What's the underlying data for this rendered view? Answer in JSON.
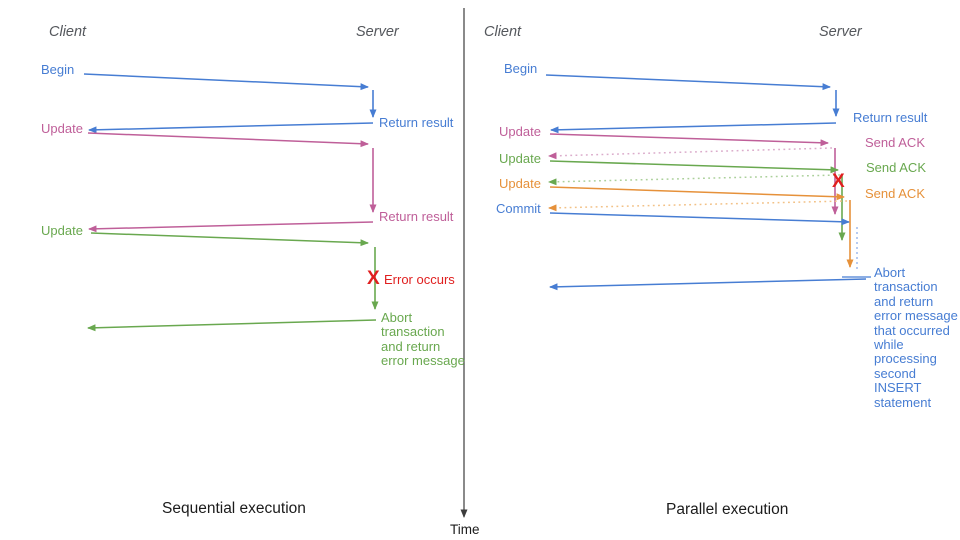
{
  "palette": {
    "blue": "#477dd3",
    "blue_light": "#96b5ec",
    "pink": "#bf5f99",
    "pink_light": "#dbaccb",
    "green": "#69a84f",
    "green_light": "#abd09a",
    "orange": "#e6913a",
    "orange_light": "#f2c186",
    "red": "#e01f1f",
    "header_gray": "#54575c",
    "axis_gray": "#3c3c3c"
  },
  "time_axis": {
    "label": "Time"
  },
  "left": {
    "title": "Sequential execution",
    "client_header": "Client",
    "server_header": "Server",
    "begin_label": "Begin",
    "return_result_1": "Return result",
    "update_1_label": "Update",
    "return_result_2": "Return result",
    "update_2_label": "Update",
    "error_mark": "X",
    "error_label": "Error occurs",
    "abort_label": "Abort\ntransaction\nand return\nerror message"
  },
  "right": {
    "title": "Parallel execution",
    "client_header": "Client",
    "server_header": "Server",
    "begin_label": "Begin",
    "return_result": "Return result",
    "update_1_label": "Update",
    "send_ack_1": "Send ACK",
    "update_2_label": "Update",
    "send_ack_2": "Send ACK",
    "update_3_label": "Update",
    "send_ack_3": "Send ACK",
    "commit_label": "Commit",
    "error_mark": "X",
    "abort_label": "Abort\ntransaction\nand return\nerror message\nthat occurred\nwhile\nprocessing\nsecond\nINSERT\nstatement"
  }
}
